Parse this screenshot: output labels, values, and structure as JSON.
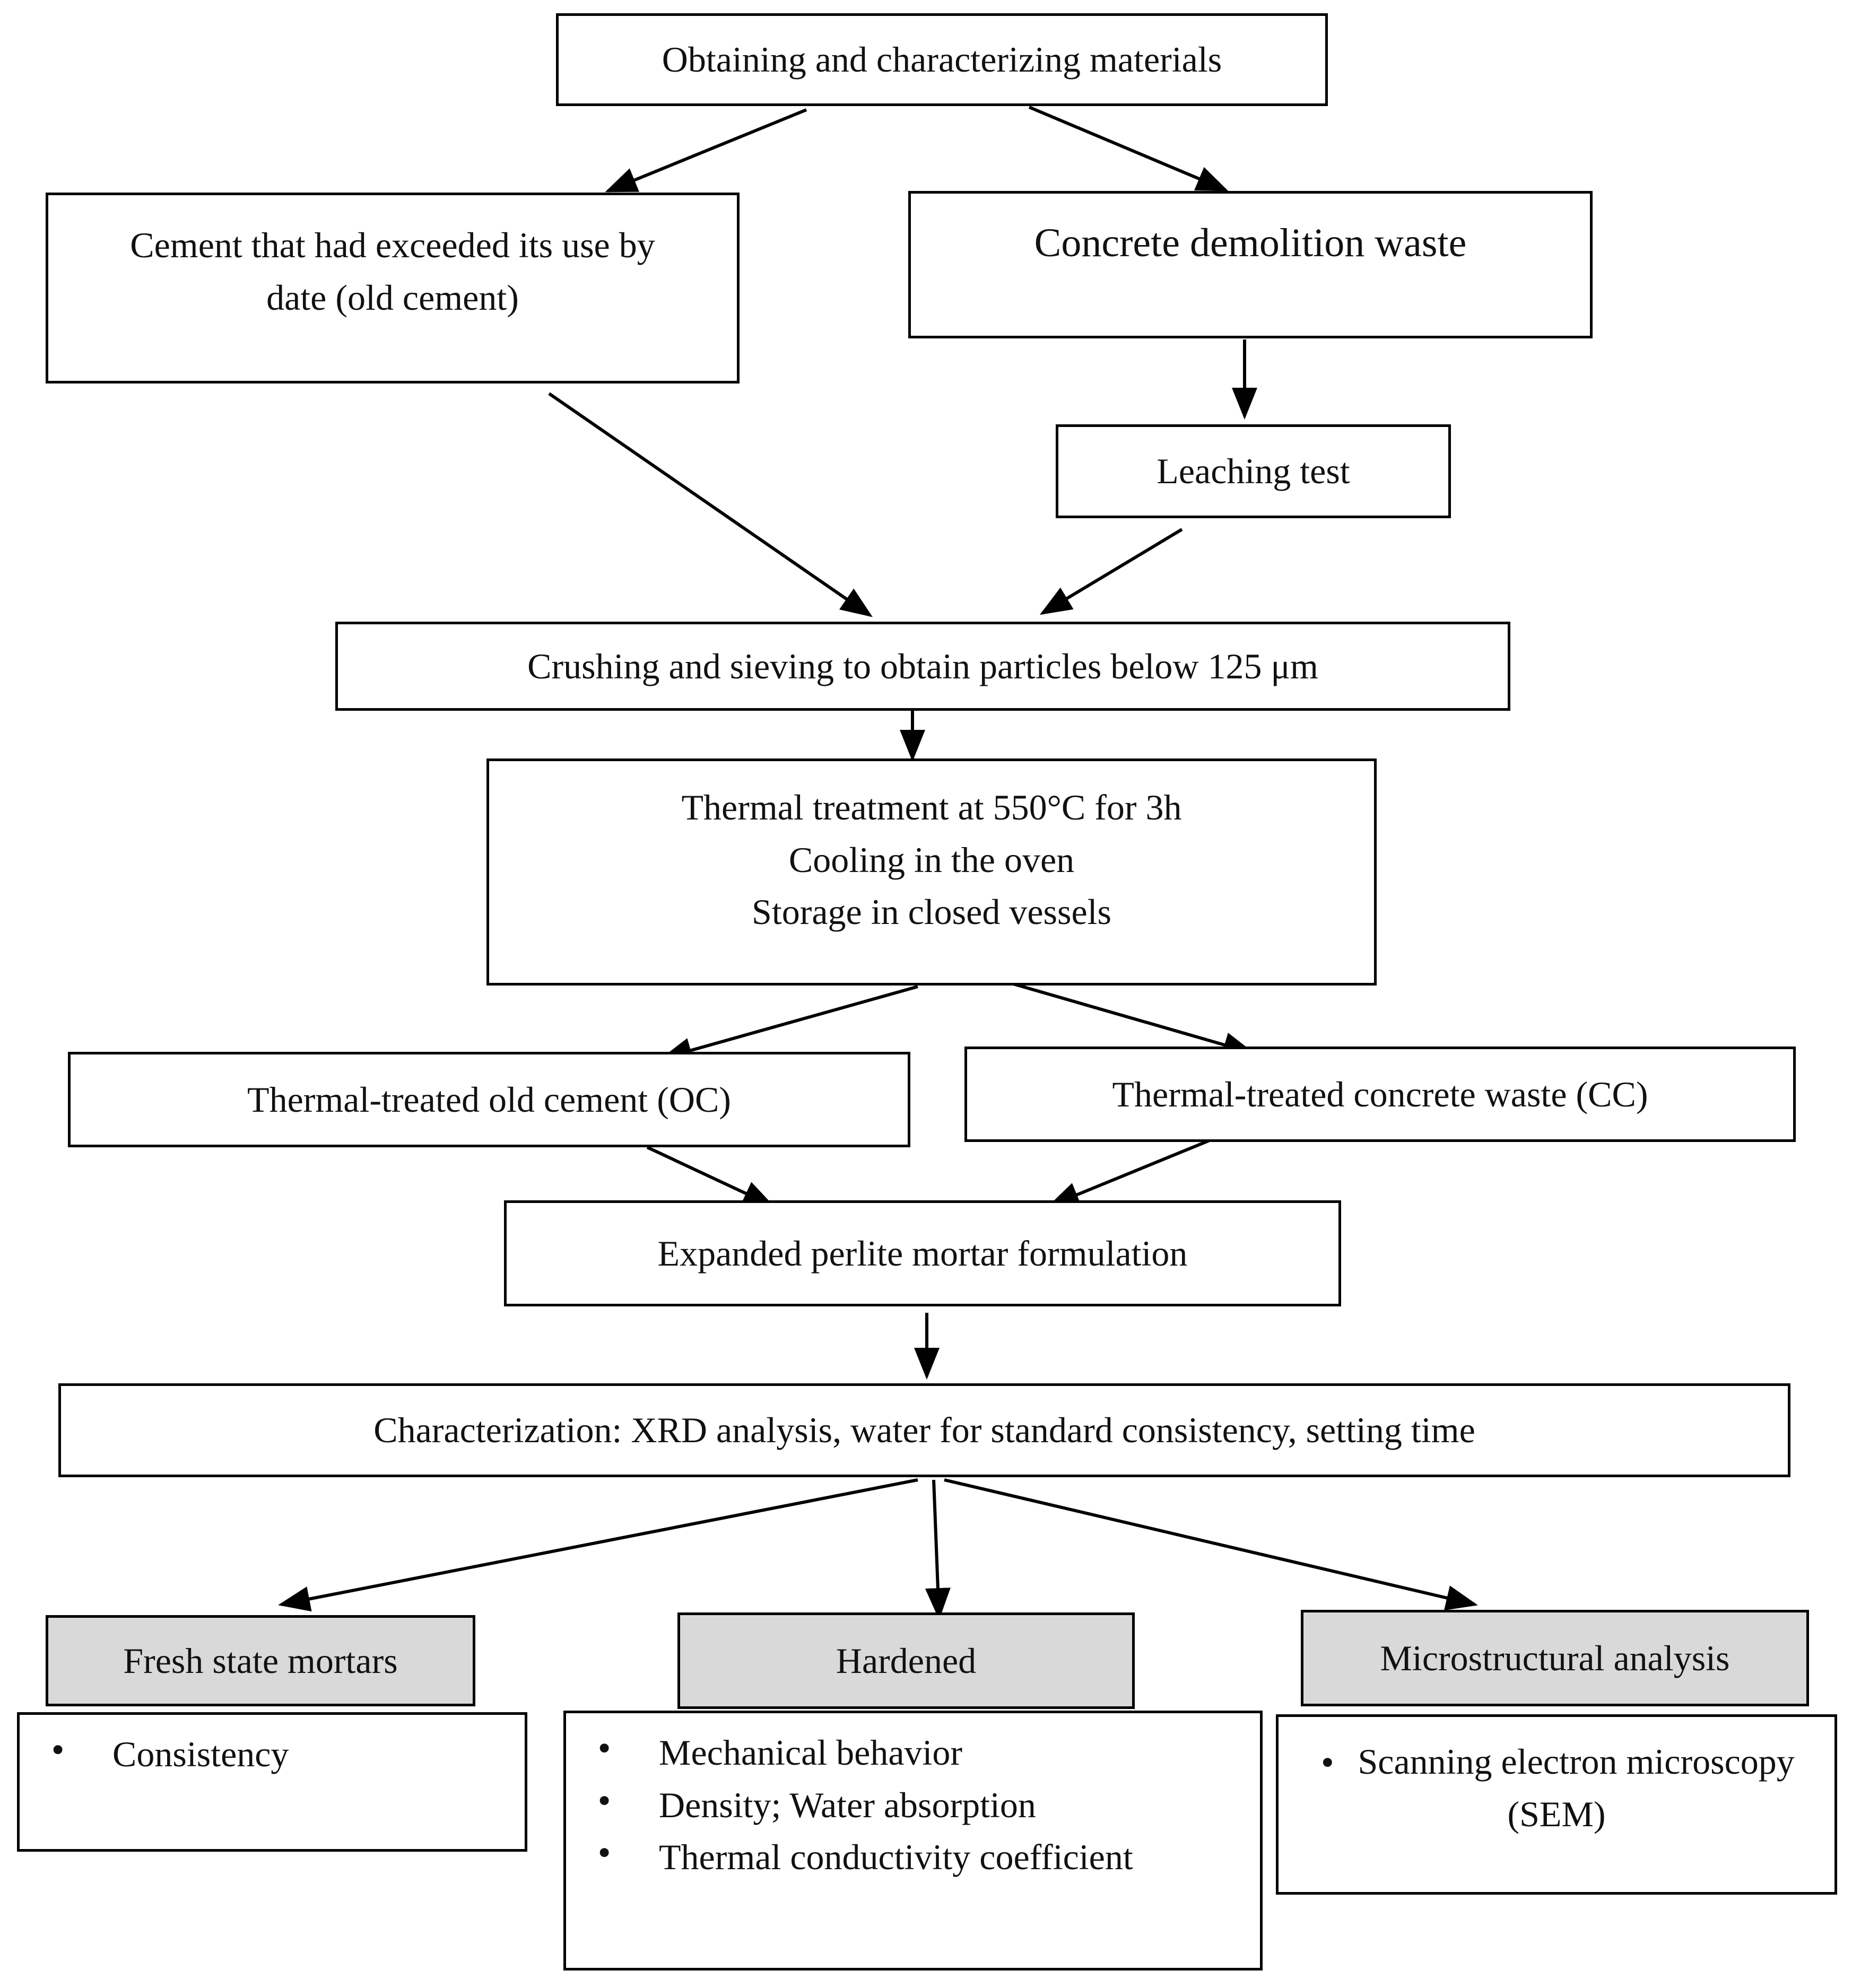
{
  "flowchart": {
    "obtaining": "Obtaining and characterizing materials",
    "old_cement": [
      "Cement that had exceeded its use by",
      "date (old cement)"
    ],
    "concrete_waste": "Concrete demolition waste",
    "leaching": "Leaching test",
    "crushing": "Crushing and sieving to obtain particles below 125 μm",
    "thermal": [
      "Thermal treatment at 550°C for 3h",
      "Cooling in the oven",
      "Storage in closed vessels"
    ],
    "oc": "Thermal-treated old cement (OC)",
    "cc": "Thermal-treated concrete waste (CC)",
    "perlite": "Expanded perlite mortar formulation",
    "characterization": "Characterization: XRD analysis, water for standard consistency, setting time",
    "fresh_header": "Fresh state mortars",
    "hardened_header": "Hardened",
    "micro_header": "Microstructural analysis",
    "fresh_items": [
      "Consistency"
    ],
    "hardened_items": [
      "Mechanical behavior",
      "Density; Water absorption",
      "Thermal conductivity coefficient"
    ],
    "micro_items": [
      "Scanning electron microscopy (SEM)"
    ]
  },
  "colors": {
    "line": "#000000",
    "header_fill": "#d9d9d9",
    "box_fill": "#ffffff"
  }
}
